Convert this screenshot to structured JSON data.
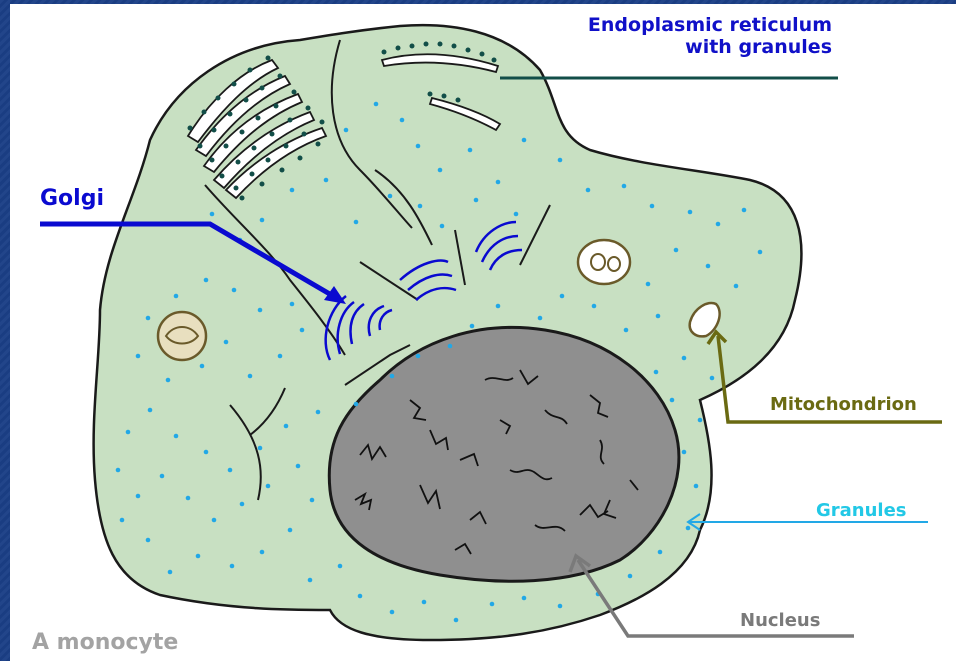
{
  "labels": {
    "er_line1": "Endoplasmic reticulum",
    "er_line2": "with granules",
    "golgi": "Golgi",
    "mitochondrion": "Mitochondrion",
    "granules": "Granules",
    "nucleus": "Nucleus",
    "title": "A monocyte"
  },
  "colors": {
    "background": "#1b3f86",
    "cytoplasm": "#c8e0c2",
    "nucleus": "#8f8f8f",
    "er_line": "#124e48",
    "golgi_line": "#0a0ad0",
    "mito_line": "#6a6a12",
    "granule_line": "#22a8e6",
    "nucleus_line": "#7a7a7a"
  }
}
